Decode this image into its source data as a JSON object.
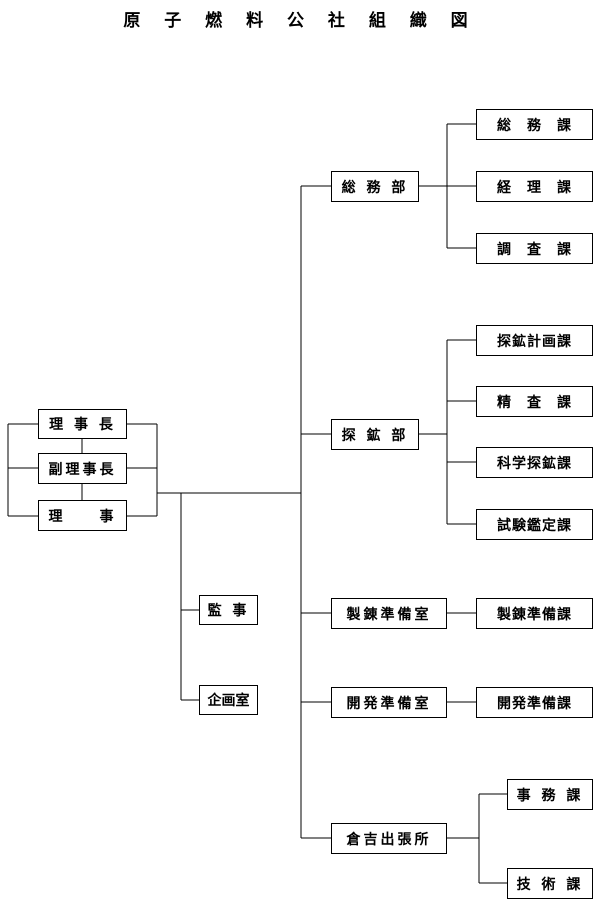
{
  "title": "原 子 燃 料 公 社 組 織 図",
  "top": {
    "president": "理 事 長",
    "vice_president": "副理事長",
    "directors": "理　　事"
  },
  "staff": {
    "auditor": "監 事",
    "planning": "企画室"
  },
  "departments": {
    "general_affairs": {
      "name": "総 務 部",
      "sections": [
        "総　務　課",
        "経　理　課",
        "調　査　課"
      ]
    },
    "exploration": {
      "name": "探 鉱 部",
      "sections": [
        "探鉱計画課",
        "精　査　課",
        "科学探鉱課",
        "試験鑑定課"
      ]
    },
    "refining_prep": {
      "name": "製錬準備室",
      "sections": [
        "製錬準備課"
      ]
    },
    "development_prep": {
      "name": "開発準備室",
      "sections": [
        "開発準備課"
      ]
    },
    "kurayoshi_office": {
      "name": "倉吉出張所",
      "sections": [
        "事 務 課",
        "技 術 課"
      ]
    }
  }
}
